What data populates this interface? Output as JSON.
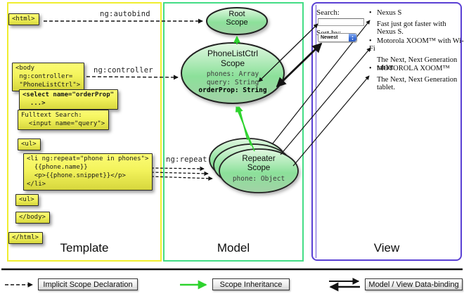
{
  "colors": {
    "template_border": "#f0ee2e",
    "model_border": "#43dd85",
    "view_border": "#5a40d4",
    "code_box_top": "#fcfc74",
    "code_box_bottom": "#d6d63c",
    "scope_fill_top": "#d8f4d8",
    "scope_fill_mid": "#8ce09a",
    "inheritance_arrow": "#2ed32e",
    "arrow_black": "#141414"
  },
  "icons": {
    "bullet": "•",
    "dropdown_up": "▲",
    "dropdown_down": "▼"
  },
  "labels": {
    "autobind": "ng:autobind",
    "controller": "ng:controller",
    "repeat": "ng:repeat"
  },
  "template_panel": {
    "title": "Template",
    "code": {
      "html_open": "<html>",
      "body_open": "<body\n ng:controller=\n \"PhoneListCtrl\">",
      "select": "<select name=\"orderProp\"\n  ...>",
      "fulltext": "Fulltext Search:\n  <input name=\"query\">",
      "ul_open": "<ul>",
      "li_repeat": "<li ng:repeat=\"phone in phones\">\n  {{phone.name}}\n  <p>{{phone.snippet}}</p>\n</li>",
      "ul_close": "<ul>",
      "body_close": "</body>",
      "html_close": "</html>"
    }
  },
  "model_panel": {
    "title": "Model",
    "root_scope": {
      "line1": "Root",
      "line2": "Scope"
    },
    "phonelist_scope": {
      "line1": "PhoneListCtrl",
      "line2": "Scope",
      "prop_phones": "phones: Array",
      "prop_query": "query: String",
      "prop_orderprop": "orderProp: String"
    },
    "repeater_scope": {
      "line1": "Repeater",
      "line2": "Scope",
      "prop_phone": "phone: Object"
    }
  },
  "view_panel": {
    "title": "View",
    "search_label": "Search:",
    "sort_label": "Sort by:",
    "sort_value": "Newest",
    "items": [
      {
        "name": "Nexus S",
        "desc": "Fast just got faster with Nexus S."
      },
      {
        "name": "Motorola XOOM™ with Wi-Fi",
        "desc": "The Next, Next Generation tablet."
      },
      {
        "name": "MOTOROLA XOOM™",
        "desc": "The Next, Next Generation tablet."
      }
    ]
  },
  "legend": {
    "implicit": "Implicit Scope Declaration",
    "inheritance": "Scope Inheritance",
    "binding": "Model / View Data-binding"
  }
}
